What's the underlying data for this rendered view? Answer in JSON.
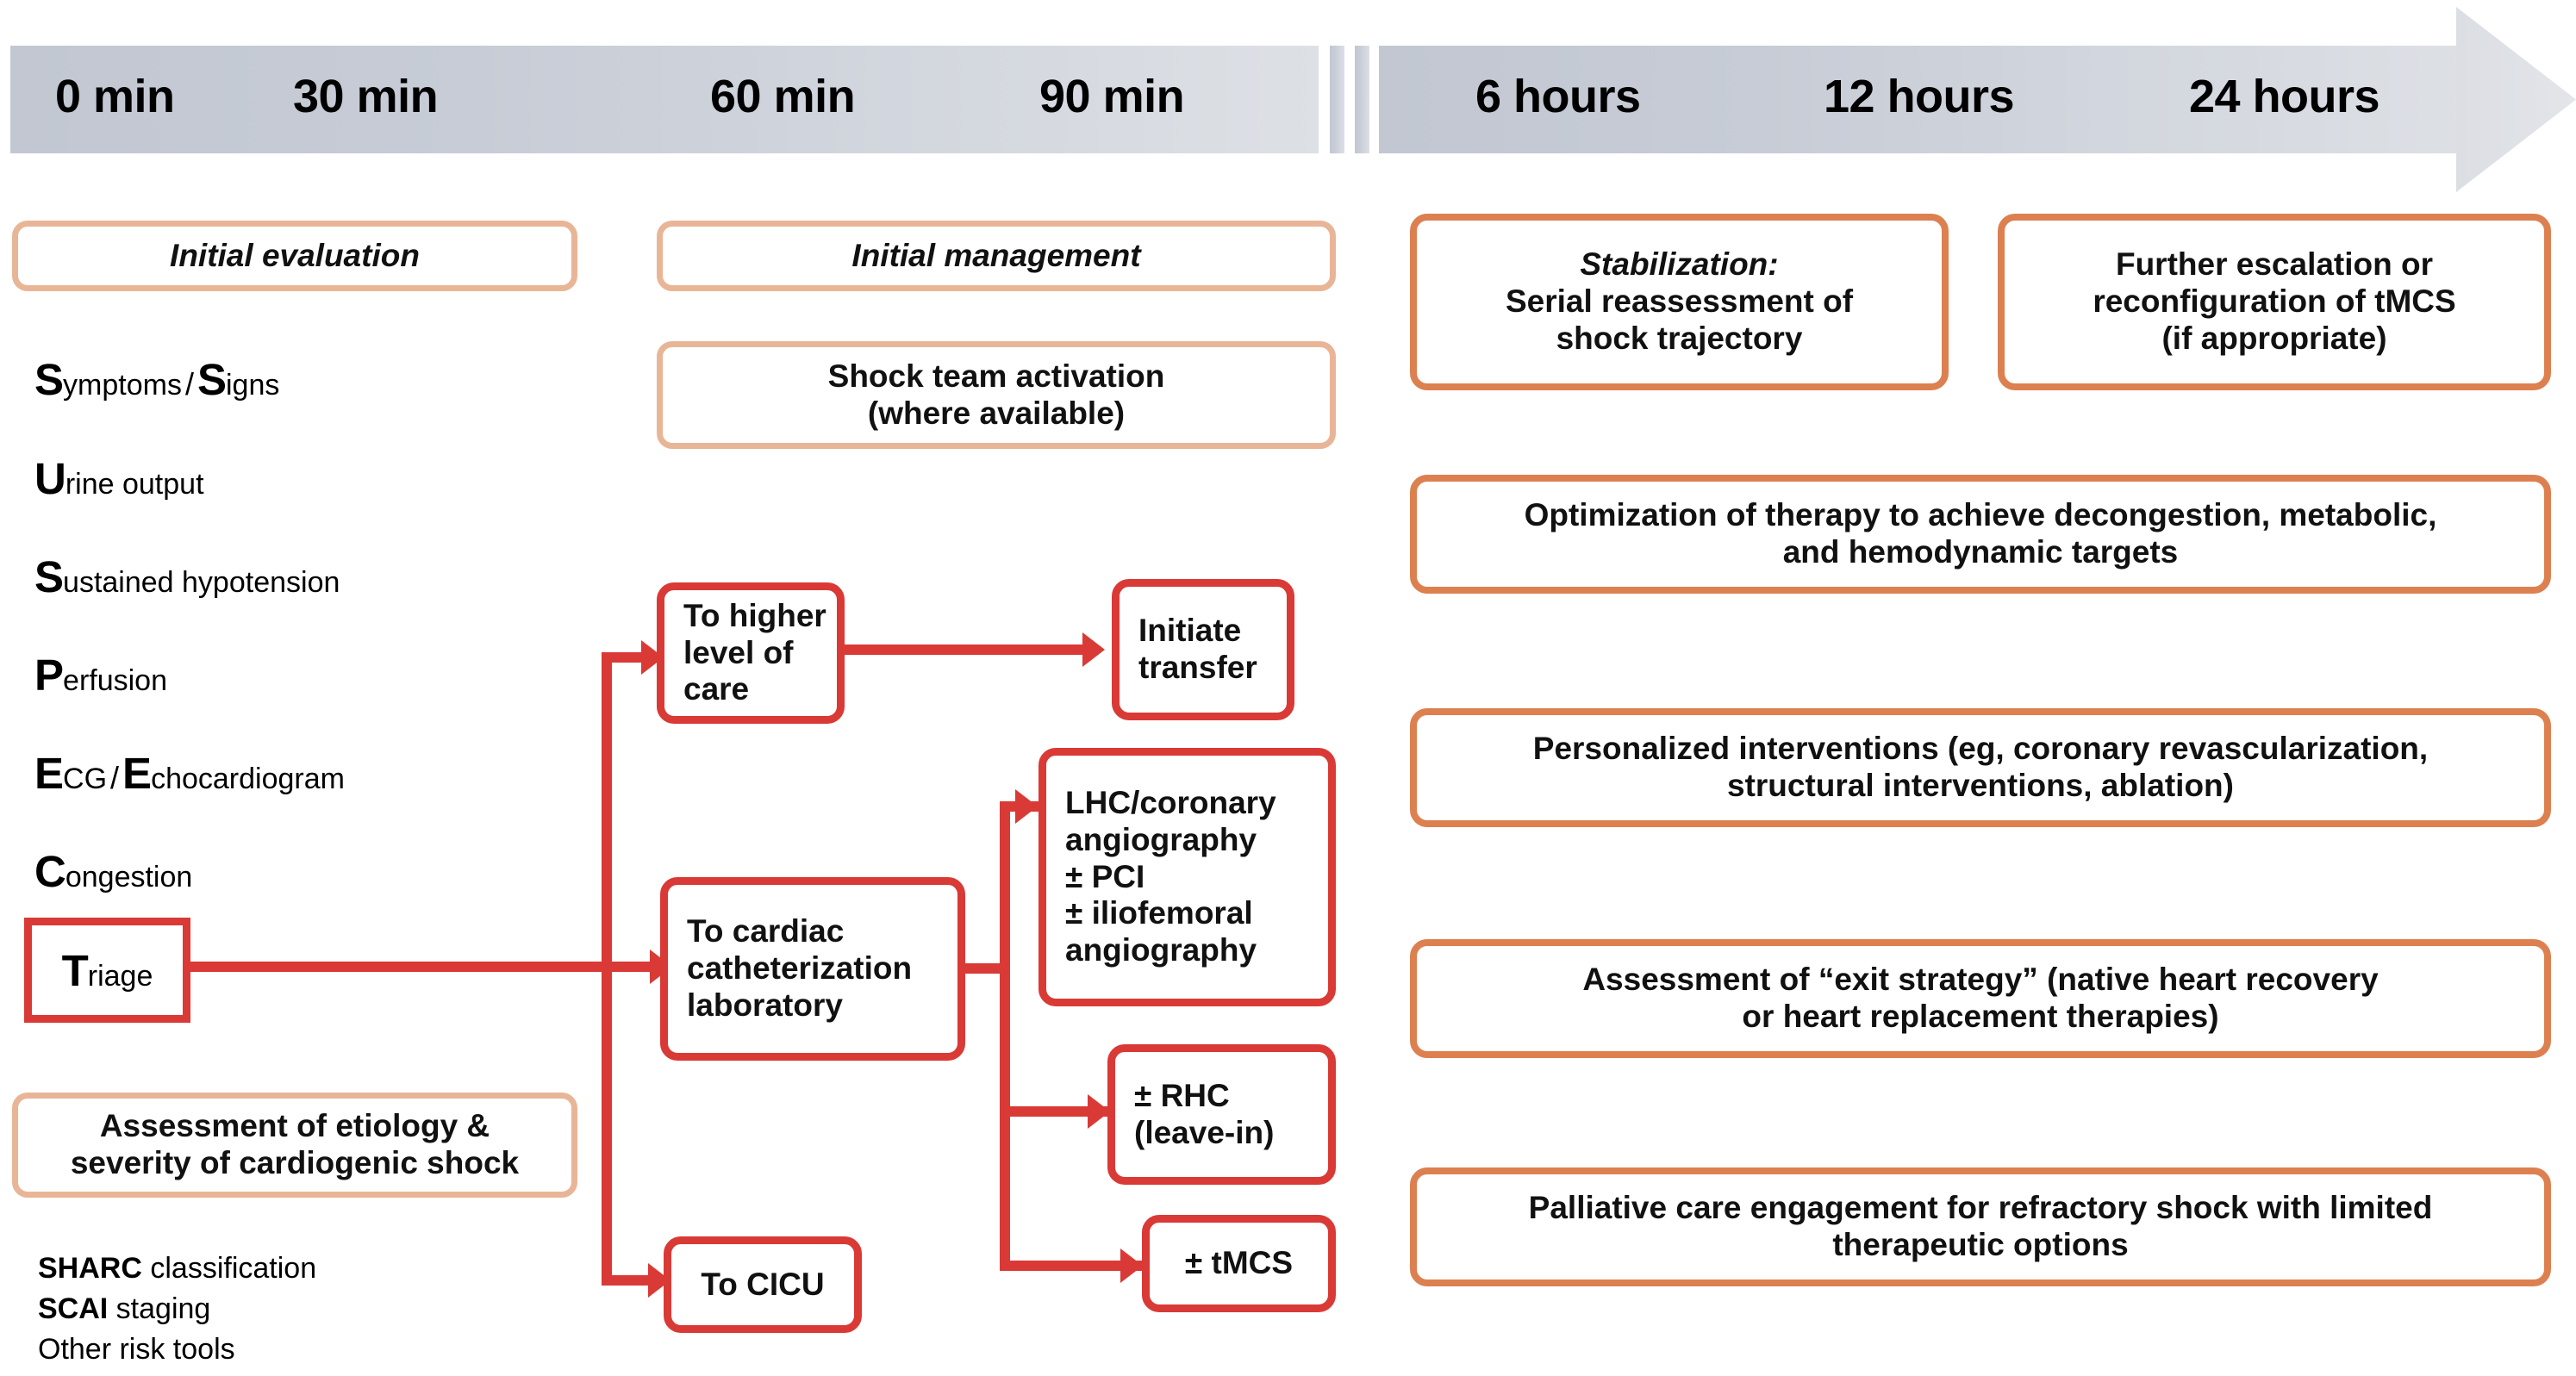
{
  "timeline": {
    "segments_left": [
      "0 min",
      "30 min",
      "60 min",
      "90 min"
    ],
    "segments_right": [
      "6 hours",
      "12 hours",
      "24 hours"
    ],
    "bar_color": "#c9cdd6",
    "arrow_direction": "right"
  },
  "left_column": {
    "header": "Initial evaluation",
    "acronym_items": [
      {
        "cap": "S",
        "rest": "ymptoms",
        "cap2": "S",
        "rest2": "igns",
        "separator": "/"
      },
      {
        "cap": "U",
        "rest": "rine output"
      },
      {
        "cap": "S",
        "rest": "ustained hypotension"
      },
      {
        "cap": "P",
        "rest": "erfusion"
      },
      {
        "cap": "E",
        "rest": "CG",
        "cap2": "E",
        "rest2": "chocardiogram",
        "separator": "/"
      },
      {
        "cap": "C",
        "rest": "ongestion"
      },
      {
        "cap": "T",
        "rest": "riage"
      }
    ],
    "triage_box_label_cap": "T",
    "triage_box_label_rest": "riage",
    "assessment_box": "Assessment of etiology & severity of cardiogenic shock",
    "assessment_line1": "Assessment of etiology &",
    "assessment_line2": "severity of cardiogenic shock",
    "risk_tools": [
      {
        "bold": "SHARC",
        "rest": " classification"
      },
      {
        "bold": "SCAI",
        "rest": " staging"
      },
      {
        "bold": "",
        "rest": "Other risk tools"
      }
    ]
  },
  "middle_column": {
    "header": "Initial management",
    "shock_team_line1": "Shock team activation",
    "shock_team_line2": "(where available)",
    "higher_care_line1": "To higher",
    "higher_care_line2": "level of care",
    "initiate_transfer_line1": "Initiate",
    "initiate_transfer_line2": "transfer",
    "cath_lab_line1": "To cardiac",
    "cath_lab_line2": "catheterization",
    "cath_lab_line3": "laboratory",
    "cicu": "To CICU",
    "lhc_line1": "LHC/coronary",
    "lhc_line2": "angiography",
    "lhc_line3": "± PCI",
    "lhc_line4": "± iliofemoral",
    "lhc_line5": "angiography",
    "rhc_line1": "± RHC",
    "rhc_line2": "(leave-in)",
    "tmcs": "± tMCS"
  },
  "right_column": {
    "stabilization_title": "Stabilization:",
    "stabilization_line1": "Serial reassessment of",
    "stabilization_line2": "shock trajectory",
    "escalation_line1": "Further escalation or",
    "escalation_line2": "reconfiguration of tMCS",
    "escalation_line3": "(if appropriate)",
    "optimization_line1": "Optimization of therapy to achieve decongestion, metabolic,",
    "optimization_line2": "and hemodynamic targets",
    "personalized_line1": "Personalized interventions (eg, coronary revascularization,",
    "personalized_line2": "structural interventions, ablation)",
    "exit_strategy_line1": "Assessment of “exit strategy” (native heart recovery",
    "exit_strategy_line2": "or heart replacement therapies)",
    "palliative_line1": "Palliative care engagement for refractory shock with limited",
    "palliative_line2": "therapeutic options"
  },
  "colors": {
    "red": "#d93a36",
    "orange": "#dd8050",
    "peach": "#e9b597",
    "timeline_gray": "#c9cdd6"
  }
}
